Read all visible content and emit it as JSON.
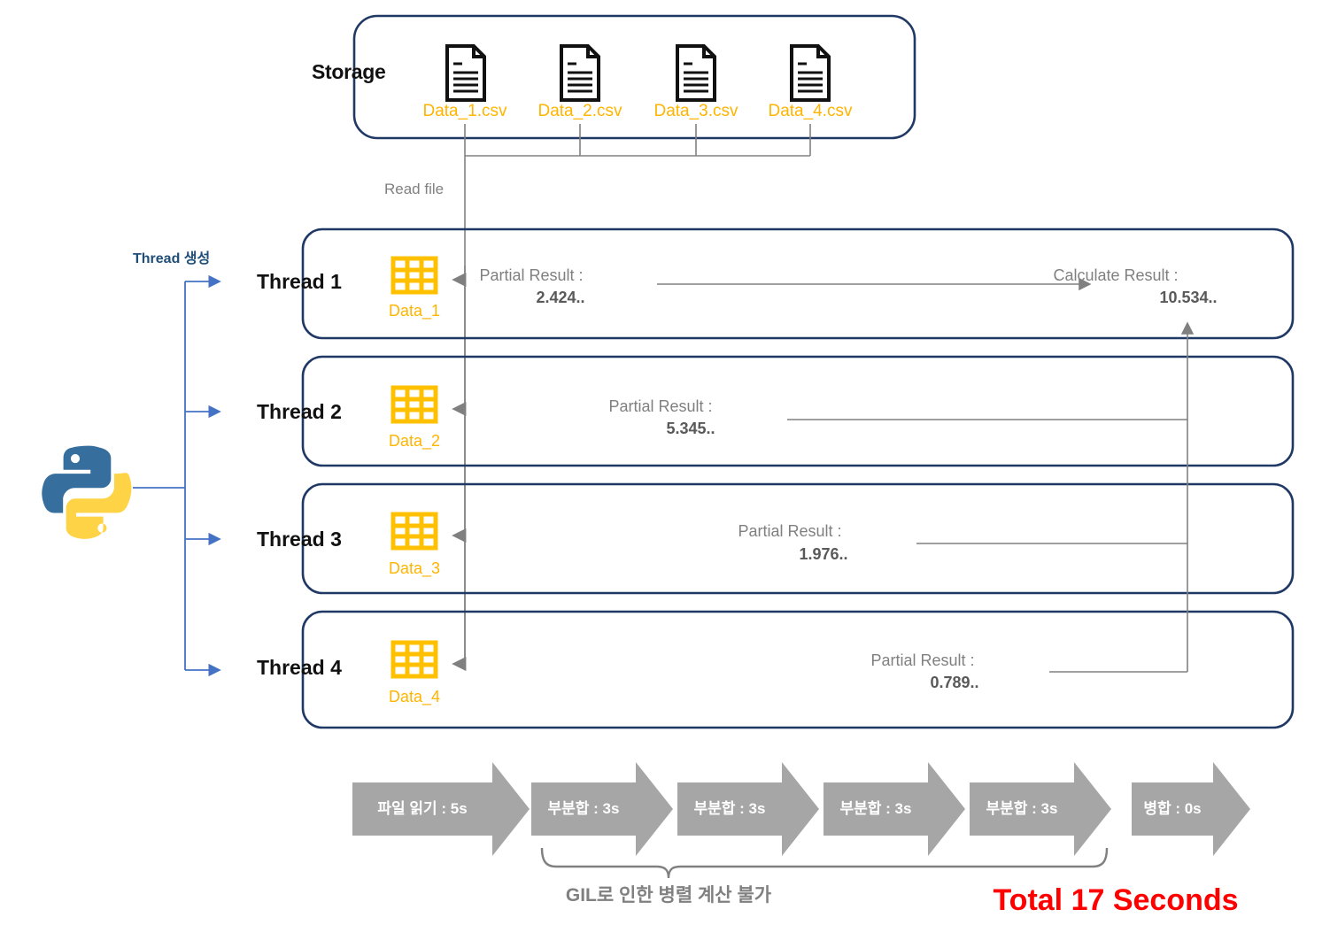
{
  "diagram": {
    "title_storage": "Storage",
    "read_file_label": "Read file",
    "thread_create_label": "Thread 생성",
    "calculate_result_label": "Calculate Result :",
    "calculate_result_value": "10.534..",
    "gil_note": "GIL로 인한 병렬 계산 불가",
    "total_note": "Total 17 Seconds",
    "colors": {
      "box_border": "#1F3864",
      "accent_yellow": "#FFC000",
      "label_yellow": "#FFB400",
      "connector_gray": "#808080",
      "arrow_band_gray": "#A6A6A6",
      "python_blue": "#366F9E",
      "python_yellow": "#FFD346",
      "thread_arrow_blue": "#4472C4",
      "total_red": "#FF0000"
    }
  },
  "storage": {
    "files": [
      {
        "name": "Data_1.csv",
        "icon": "document-icon"
      },
      {
        "name": "Data_2.csv",
        "icon": "document-icon"
      },
      {
        "name": "Data_3.csv",
        "icon": "document-icon"
      },
      {
        "name": "Data_4.csv",
        "icon": "document-icon"
      }
    ]
  },
  "threads": [
    {
      "title": "Thread 1",
      "data_label": "Data_1",
      "partial_label": "Partial Result :",
      "partial_value": "2.424.."
    },
    {
      "title": "Thread 2",
      "data_label": "Data_2",
      "partial_label": "Partial Result :",
      "partial_value": "5.345.."
    },
    {
      "title": "Thread 3",
      "data_label": "Data_3",
      "partial_label": "Partial Result :",
      "partial_value": "1.976.."
    },
    {
      "title": "Thread 4",
      "data_label": "Data_4",
      "partial_label": "Partial Result :",
      "partial_value": "0.789.."
    }
  ],
  "timeline": {
    "steps": [
      {
        "label": "파일 읽기 : 5s"
      },
      {
        "label": "부분합 : 3s"
      },
      {
        "label": "부분합 : 3s"
      },
      {
        "label": "부분합 : 3s"
      },
      {
        "label": "부분합 : 3s"
      },
      {
        "label": "병합 : 0s"
      }
    ]
  }
}
